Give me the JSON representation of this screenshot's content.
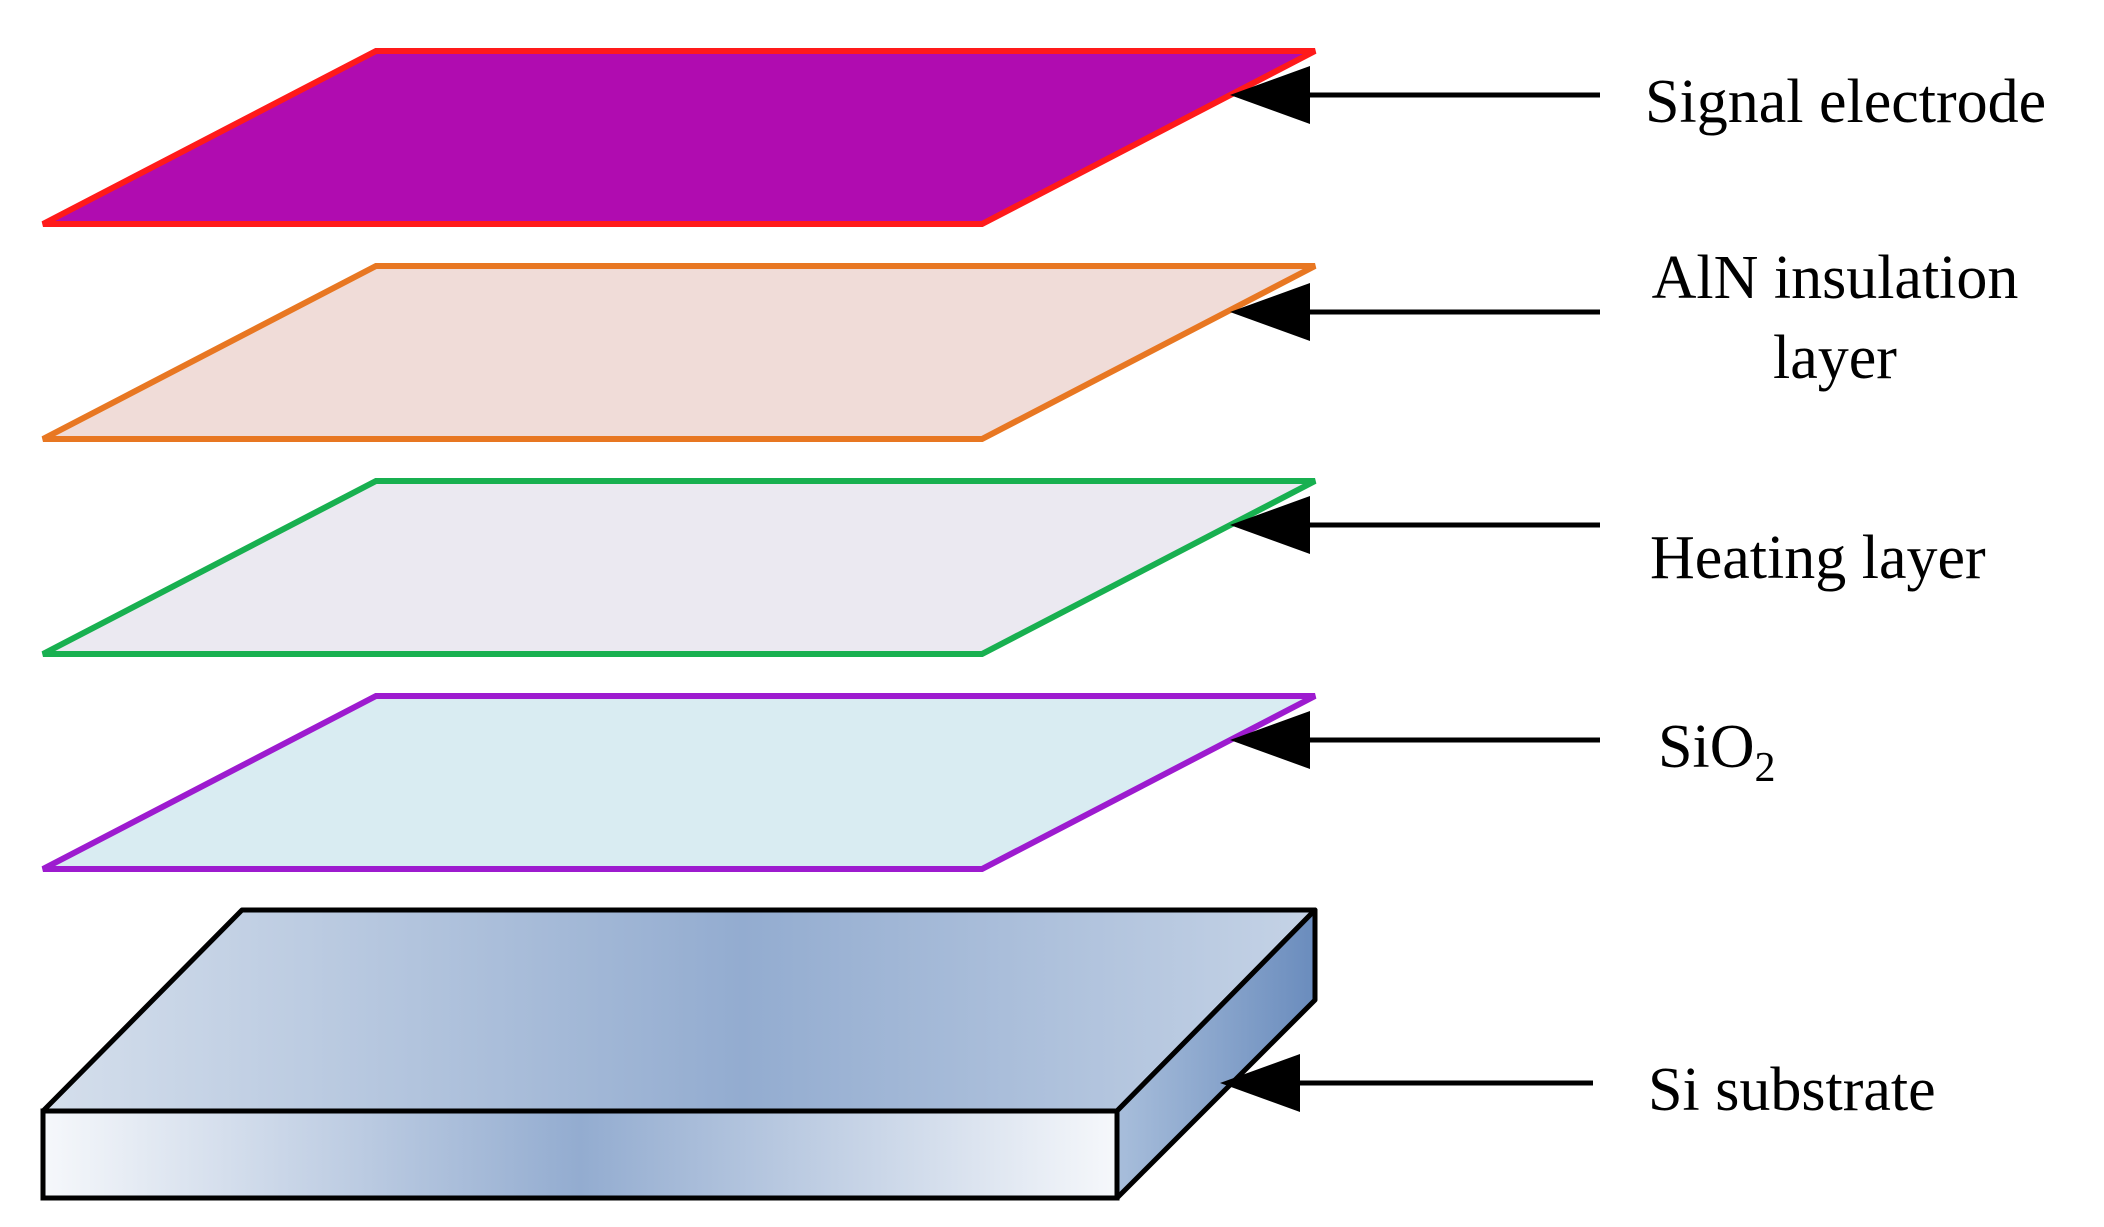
{
  "diagram": {
    "labels": {
      "signal_electrode": "Signal electrode",
      "aln_line1": "AlN insulation",
      "aln_line2": "layer",
      "heating": "Heating layer",
      "sio2_main": "SiO",
      "sio2_sub": "2",
      "si_substrate": "Si substrate"
    },
    "layers": [
      {
        "name": "signal-electrode",
        "fill": "#b00cb0",
        "stroke": "#ff1a1a"
      },
      {
        "name": "aln-insulation-layer",
        "fill": "#f0dcd8",
        "stroke": "#e87722"
      },
      {
        "name": "heating-layer",
        "fill": "#ebe9f1",
        "stroke": "#18b050"
      },
      {
        "name": "sio2-layer",
        "fill": "#d9ecf2",
        "stroke": "#9d1bcf"
      }
    ],
    "substrate_colors": {
      "light": "#f6f8fb",
      "mid": "#93acd0",
      "side_dark": "#6a8cbd",
      "side_light": "#a8bedb"
    }
  }
}
